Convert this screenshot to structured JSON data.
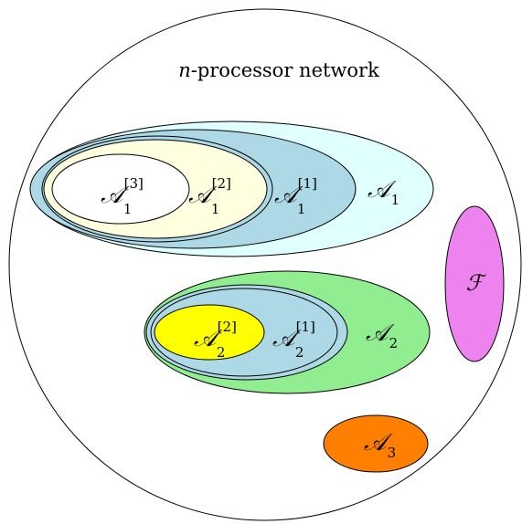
{
  "title": {
    "var": "n",
    "rest": "-processor network"
  },
  "regions": [
    {
      "id": "A1",
      "base": "𝒜",
      "sub": "1",
      "sup": "",
      "fill": "#e0ffff"
    },
    {
      "id": "A1-1",
      "base": "𝒜",
      "sub": "1",
      "sup": "[1]",
      "fill": "#add8e6"
    },
    {
      "id": "A1-2",
      "base": "𝒜",
      "sub": "1",
      "sup": "[2]",
      "fill": "#ffffe0"
    },
    {
      "id": "A1-3",
      "base": "𝒜",
      "sub": "1",
      "sup": "[3]",
      "fill": "#ffffff"
    },
    {
      "id": "A2",
      "base": "𝒜",
      "sub": "2",
      "sup": "",
      "fill": "#90ee90"
    },
    {
      "id": "A2-1",
      "base": "𝒜",
      "sub": "2",
      "sup": "[1]",
      "fill": "#add8e6"
    },
    {
      "id": "A2-2",
      "base": "𝒜",
      "sub": "2",
      "sup": "[2]",
      "fill": "#ffff00"
    },
    {
      "id": "A3",
      "base": "𝒜",
      "sub": "3",
      "sup": "",
      "fill": "#ff8000"
    },
    {
      "id": "F",
      "base": "ℱ",
      "sub": "",
      "sup": "",
      "fill": "#ee82ee"
    }
  ]
}
